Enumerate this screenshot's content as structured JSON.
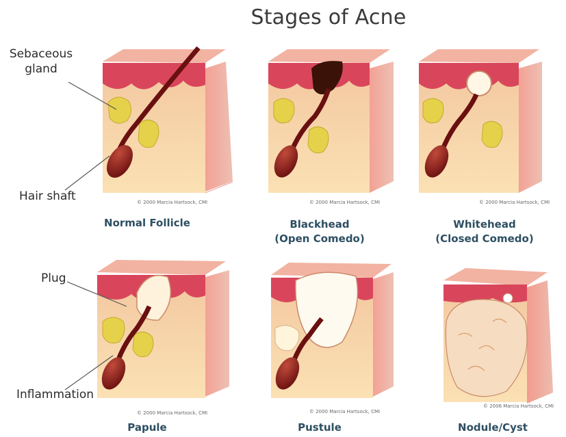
{
  "title": "Stages of Acne",
  "labels": {
    "sebaceous": "Sebaceous\ngland",
    "hair_shaft": "Hair shaft",
    "plug": "Plug",
    "inflammation": "Inflammation"
  },
  "panels": [
    {
      "caption": "Normal Follicle",
      "credit": "© 2000 Marcia Hartsock, CMI"
    },
    {
      "caption": "Blackhead\n(Open Comedo)",
      "credit": "© 2000 Marcia Hartsock, CMI"
    },
    {
      "caption": "Whitehead\n(Closed Comedo)",
      "credit": "© 2000 Marcia Hartsock, CMI"
    },
    {
      "caption": "Papule",
      "credit": "© 2000 Marcia Hartsock, CMI"
    },
    {
      "caption": "Pustule",
      "credit": "© 2000 Marcia Hartsock, CMI"
    },
    {
      "caption": "Nodule/Cyst",
      "credit": "© 2006 Marcia Hartsock, CMI"
    }
  ],
  "colors": {
    "epidermis": "#d9465b",
    "dermis": "#f8d9a0",
    "side": "#f0a47a",
    "top": "#f2b3a2",
    "gland": "#e6d24a",
    "hair": "#8a1e1e",
    "caption": "#2d4f62"
  }
}
